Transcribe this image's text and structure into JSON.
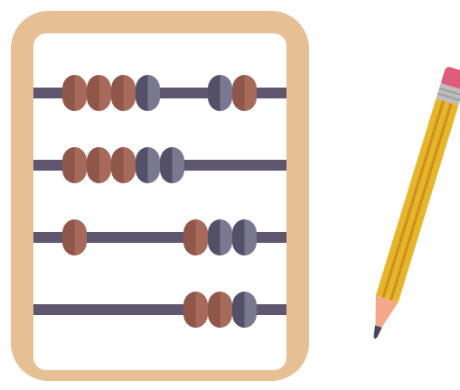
{
  "abacus": {
    "frame_color": "#e6bf94",
    "board_color": "#ffffff",
    "rod_color": "#5f566f",
    "bead_colors": {
      "brown": [
        "#8f5749",
        "#a6695a"
      ],
      "grey": [
        "#545068",
        "#7a7790"
      ]
    },
    "rows": [
      {
        "beads": [
          "brown",
          "brown",
          "brown",
          "grey"
        ],
        "right_beads": [
          "grey",
          "brown"
        ]
      },
      {
        "beads": [
          "brown",
          "brown",
          "brown",
          "grey",
          "grey"
        ],
        "right_beads": []
      },
      {
        "beads": [
          "brown"
        ],
        "right_beads": [
          "brown",
          "grey",
          "grey"
        ]
      },
      {
        "beads": [],
        "right_beads": [
          "brown",
          "brown",
          "grey"
        ]
      }
    ]
  },
  "pencil": {
    "icon": "pencil-icon",
    "body_color": "#e7b52a",
    "stripe_color": "#c9921f",
    "eraser_color": "#de5c7a",
    "ferrule_color": "#bdbdbd",
    "wood_color": "#f4a88a",
    "lead_color": "#4a4660"
  }
}
